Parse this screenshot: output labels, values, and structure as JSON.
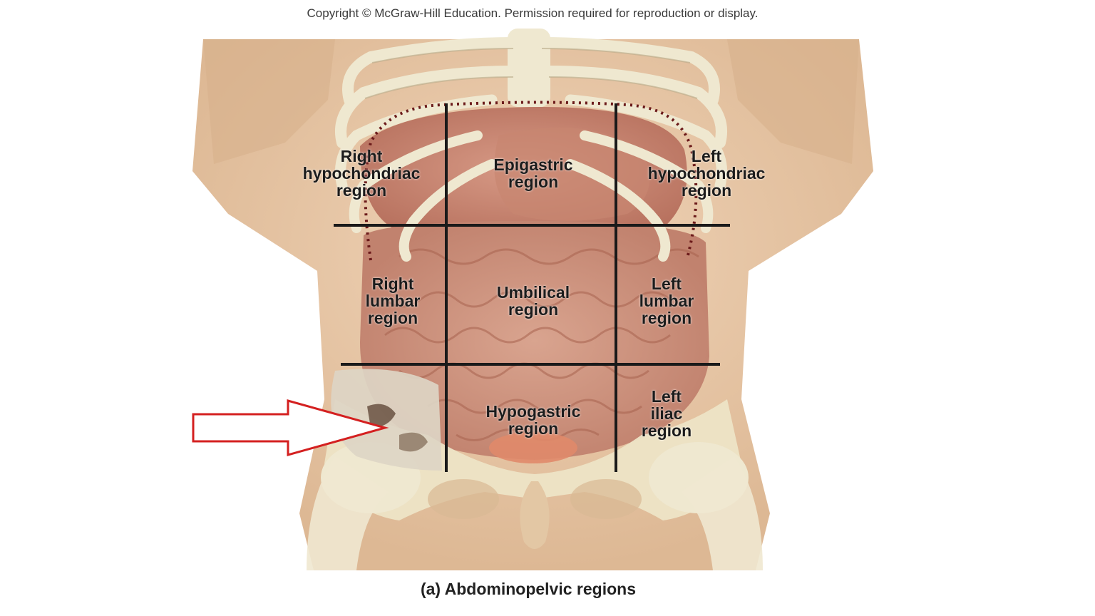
{
  "copyright": "Copyright © McGraw-Hill Education. Permission required for reproduction or display.",
  "caption": "(a) Abdominopelvic regions",
  "regions": [
    {
      "id": "right-hypochondriac",
      "lines": [
        "Right",
        "hypochondriac",
        "region"
      ]
    },
    {
      "id": "epigastric",
      "lines": [
        "Epigastric",
        "region"
      ]
    },
    {
      "id": "left-hypochondriac",
      "lines": [
        "Left",
        "hypochondriac",
        "region"
      ]
    },
    {
      "id": "right-lumbar",
      "lines": [
        "Right",
        "lumbar",
        "region"
      ]
    },
    {
      "id": "umbilical",
      "lines": [
        "Umbilical",
        "region"
      ]
    },
    {
      "id": "left-lumbar",
      "lines": [
        "Left",
        "lumbar",
        "region"
      ]
    },
    {
      "id": "hypogastric",
      "lines": [
        "Hypogastric",
        "region"
      ]
    },
    {
      "id": "left-iliac",
      "lines": [
        "Left",
        "iliac",
        "region"
      ]
    }
  ],
  "colors": {
    "skin": "#e8c9a8",
    "bone": "#efe8d0",
    "organ": "#c98a78",
    "grid": "#1a1a1a",
    "dotted": "#6b1a1a",
    "arrow": "#d42020"
  },
  "icons": {
    "pointer": "hollow-right-arrow"
  }
}
